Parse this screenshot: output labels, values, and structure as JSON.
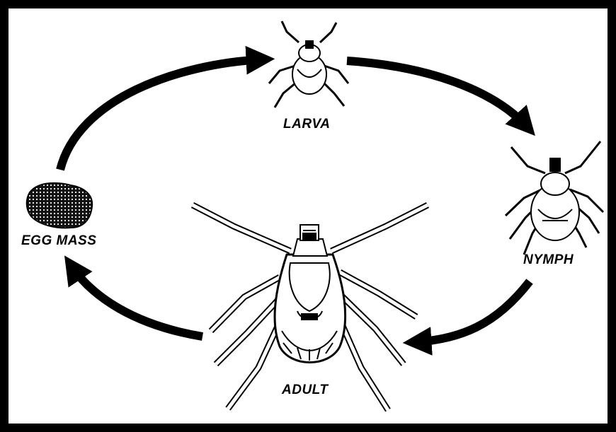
{
  "diagram": {
    "type": "life-cycle",
    "stages": [
      {
        "key": "larva",
        "label": "LARVA",
        "icon": "larva-tick-icon"
      },
      {
        "key": "nymph",
        "label": "NYMPH",
        "icon": "nymph-tick-icon"
      },
      {
        "key": "adult",
        "label": "ADULT",
        "icon": "adult-tick-icon"
      },
      {
        "key": "egg",
        "label": "EGG MASS",
        "icon": "egg-mass-icon"
      }
    ],
    "flow": [
      "egg-mass",
      "larva",
      "nymph",
      "adult",
      "egg-mass"
    ],
    "colors": {
      "ink": "#000000",
      "background": "#ffffff"
    }
  }
}
